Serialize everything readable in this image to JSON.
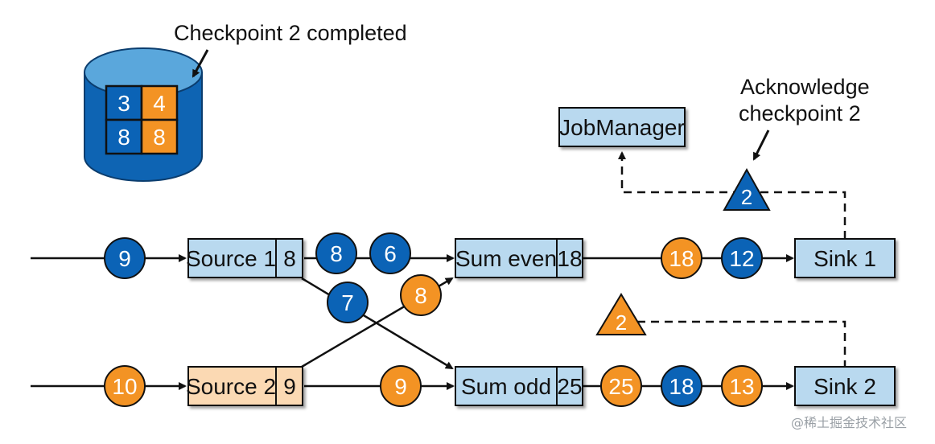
{
  "captions": {
    "checkpoint_completed": "Checkpoint 2 completed",
    "acknowledge_line1": "Acknowledge",
    "acknowledge_line2": "checkpoint 2"
  },
  "storage": {
    "cells": [
      "3",
      "4",
      "8",
      "8"
    ]
  },
  "tasks": {
    "source1": {
      "name": "Source 1",
      "state": "8"
    },
    "source2": {
      "name": "Source 2",
      "state": "9"
    },
    "sum_even": {
      "name": "Sum even",
      "state": "18"
    },
    "sum_odd": {
      "name": "Sum odd",
      "state": "25"
    },
    "sink1": {
      "name": "Sink 1"
    },
    "sink2": {
      "name": "Sink 2"
    },
    "jobmanager": {
      "name": "JobManager"
    }
  },
  "records": {
    "in_source1": "9",
    "s1_to_even_a": "8",
    "s1_to_even_b": "6",
    "s1_to_odd": "7",
    "s2_to_even": "8",
    "in_source2": "10",
    "s2_to_odd": "9",
    "even_to_sink1_a": "18",
    "even_to_sink1_b": "12",
    "odd_to_sink2_a": "25",
    "odd_to_sink2_b": "18",
    "odd_to_sink2_c": "13"
  },
  "barriers": {
    "sink1_ack": "2",
    "sink2_ack": "2"
  },
  "colors": {
    "blue": "#0b63b6",
    "orange": "#f39324",
    "light_blue": "#b9d9ef",
    "light_orange": "#fbd9b3",
    "dark_blue": "#0e4e8e"
  },
  "watermark": "@稀土掘金技术社区"
}
